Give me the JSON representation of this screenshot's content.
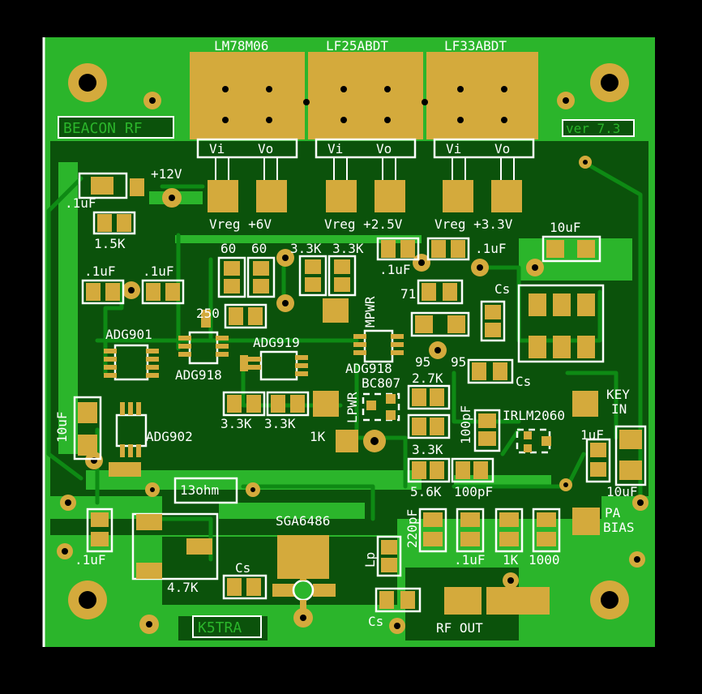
{
  "board": {
    "title_left": "BEACON RF",
    "version": "ver 7.3",
    "callsign": "K5TRA"
  },
  "regulators": {
    "reg1": "LM78M06",
    "reg2": "LF25ABDT",
    "reg3": "LF33ABDT",
    "vi": "Vi",
    "vo": "Vo",
    "vreg1": "Vreg +6V",
    "vreg2": "Vreg +2.5V",
    "vreg3": "Vreg +3.3V"
  },
  "labels": {
    "plus12v": "+12V",
    "c_01uf_a": ".1uF",
    "r_15k": "1.5K",
    "r60a": "60",
    "r60b": "60",
    "r33k_a": "3.3K",
    "r33k_b": "3.3K",
    "c_01uf_b": ".1uF",
    "c_01uf_c": ".1uF",
    "c_01uf_d": ".1uF",
    "c_01uf_e": ".1uF",
    "c_10uf_a": "10uF",
    "r250": "250",
    "adg901": "ADG901",
    "adg919": "ADG919",
    "adg918_a": "ADG918",
    "adg918_b": "ADG918",
    "mpwr": "MPWR",
    "r71": "71",
    "cs_a": "Cs",
    "cs_b": "Cs",
    "cs_c": "Cs",
    "cs_d": "Cs",
    "r95a": "95",
    "r95b": "95",
    "bc807": "BC807",
    "lpwr": "LPWR",
    "r27k": "2.7K",
    "key_in": "KEY\nIN",
    "key": "KEY",
    "in": "IN",
    "irlm": "IRLM2060",
    "c_100pf_a": "100pF",
    "c_100pf_b": "100pF",
    "r33k_c": "3.3K",
    "r33k_d": "3.3K",
    "r33k_e": "3.3K",
    "r1k_a": "1K",
    "c_1uf": "1uF",
    "c_10uf_b": "10uF",
    "c_10uf_c": "10uF",
    "adg902": "ADG902",
    "r56k": "5.6K",
    "r13ohm": "13ohm",
    "sga": "SGA6486",
    "c_220pf": "220pF",
    "c_01uf_f": ".1uF",
    "r1k_b": "1K",
    "c_1000": "1000",
    "pa": "PA",
    "bias": "BIAS",
    "c_01uf_g": ".1uF",
    "r47k": "4.7K",
    "lp": "Lp",
    "rf_out": "RF OUT"
  },
  "colors": {
    "board": "#2bb52b",
    "copper": "#d4aa3c",
    "ground_fill": "#0b520b",
    "silk": "#ffffff"
  }
}
